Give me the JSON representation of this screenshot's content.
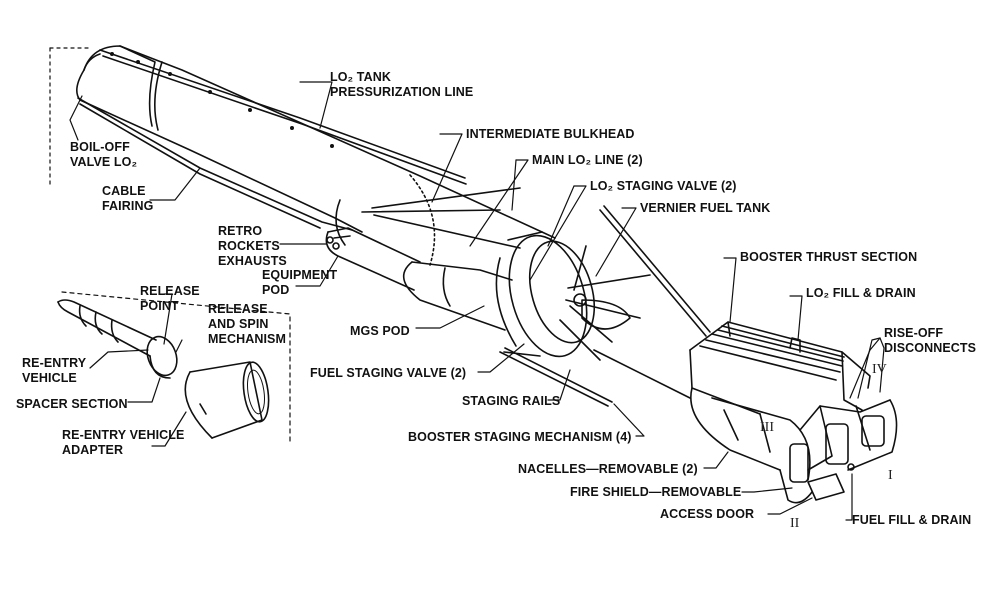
{
  "labels": {
    "lo2_tank_pressurization_line": "LO₂ TANK\nPRESSURIZATION LINE",
    "boil_off_valve": "BOIL-OFF\nVALVE LO₂",
    "cable_fairing": "CABLE\nFAIRING",
    "intermediate_bulkhead": "INTERMEDIATE BULKHEAD",
    "main_lo2_line": "MAIN LO₂ LINE (2)",
    "lo2_staging_valve": "LO₂ STAGING VALVE (2)",
    "vernier_fuel_tank": "VERNIER FUEL TANK",
    "retro_rockets_exhausts": "RETRO\nROCKETS\nEXHAUSTS",
    "equipment_pod": "EQUIPMENT\nPOD",
    "booster_thrust_section": "BOOSTER THRUST SECTION",
    "lo2_fill_drain": "LO₂ FILL & DRAIN",
    "release_point": "RELEASE\nPOINT",
    "release_spin_mechanism": "RELEASE\nAND SPIN\nMECHANISM",
    "rise_off_disconnects": "RISE-OFF\nDISCONNECTS",
    "mgs_pod": "MGS POD",
    "re_entry_vehicle": "RE-ENTRY\nVEHICLE",
    "fuel_staging_valve": "FUEL STAGING VALVE (2)",
    "spacer_section": "SPACER SECTION",
    "staging_rails": "STAGING RAILS",
    "re_entry_vehicle_adapter": "RE-ENTRY VEHICLE\nADAPTER",
    "booster_staging_mechanism": "BOOSTER STAGING MECHANISM (4)",
    "nacelles_removable": "NACELLES—REMOVABLE (2)",
    "fire_shield_removable": "FIRE SHIELD—REMOVABLE",
    "access_door": "ACCESS DOOR",
    "fuel_fill_drain": "FUEL FILL & DRAIN"
  },
  "engine_marks": {
    "i": "I",
    "ii": "II",
    "iii": "III",
    "iv": "IV"
  }
}
